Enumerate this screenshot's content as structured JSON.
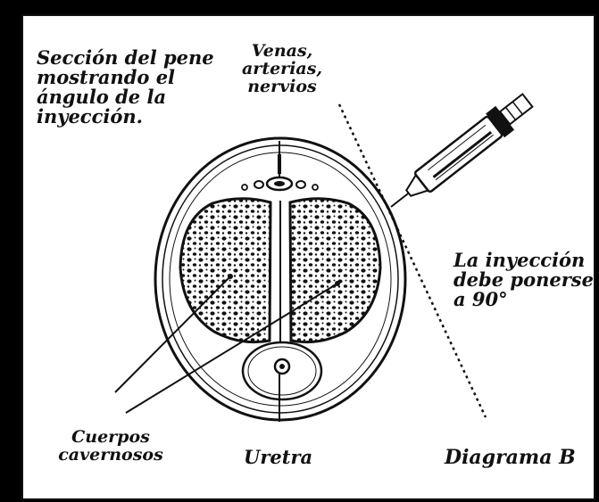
{
  "labels": {
    "section_title": "Sección del pene\nmostrando el\nángulo de la\ninyección.",
    "vessels": "Venas,\narterias,\nnervios",
    "injection_note": "La inyección\ndebe ponerse\na 90°",
    "corpora": "Cuerpos\ncavernosos",
    "urethra": "Uretra",
    "diagram_id": "Diagrama B"
  },
  "colors": {
    "background": "#000000",
    "paper": "#ffffff",
    "ink": "#111111"
  }
}
